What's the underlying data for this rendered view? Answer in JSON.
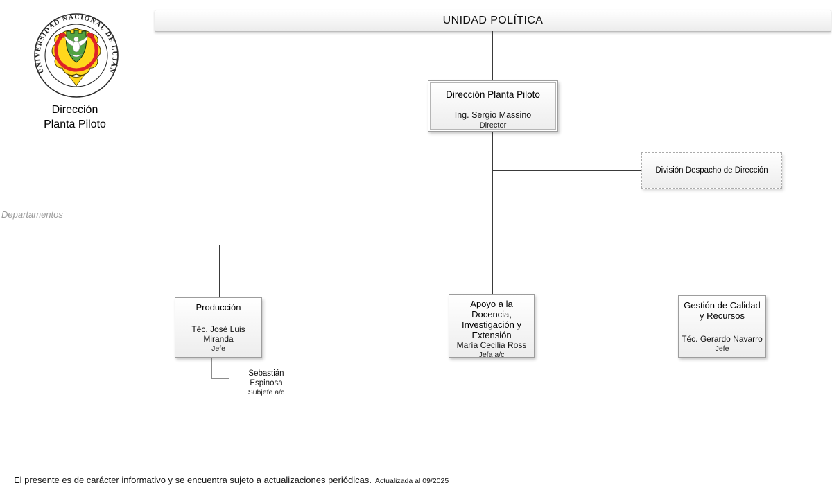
{
  "logo": {
    "seal_text": "UNIVERSIDAD NACIONAL DE LUJÁN",
    "caption_line1": "Dirección",
    "caption_line2": "Planta Piloto"
  },
  "header": {
    "title": "UNIDAD POLÍTICA"
  },
  "director_box": {
    "title": "Dirección Planta Piloto",
    "name": "Ing. Sergio Massino",
    "role": "Director"
  },
  "despacho_box": {
    "title": "División Despacho de Dirección"
  },
  "section": {
    "label": "Departamentos"
  },
  "departments": [
    {
      "title": "Producción",
      "name": "Téc. José Luis Miranda",
      "role": "Jefe",
      "sub_name": "Sebastián Espinosa",
      "sub_role": "Subjefe a/c"
    },
    {
      "title": "Apoyo a la Docencia, Investigación y Extensión",
      "name": "María Cecilia Ross",
      "role": "Jefa a/c"
    },
    {
      "title": "Gestión de Calidad y Recursos",
      "name": "Téc. Gerardo Navarro",
      "role": "Jefe"
    }
  ],
  "footer": {
    "note": "El presente es de carácter informativo y se encuentra sujeto a actualizaciones periódicas.",
    "updated": "Actualizada al 09/2025"
  },
  "colors": {
    "connector_line": "#3a3a3a",
    "box_border": "#9d9d9d",
    "seal_yellow": "#FFD71C",
    "seal_red": "#DF2227",
    "seal_green": "#52A342"
  }
}
